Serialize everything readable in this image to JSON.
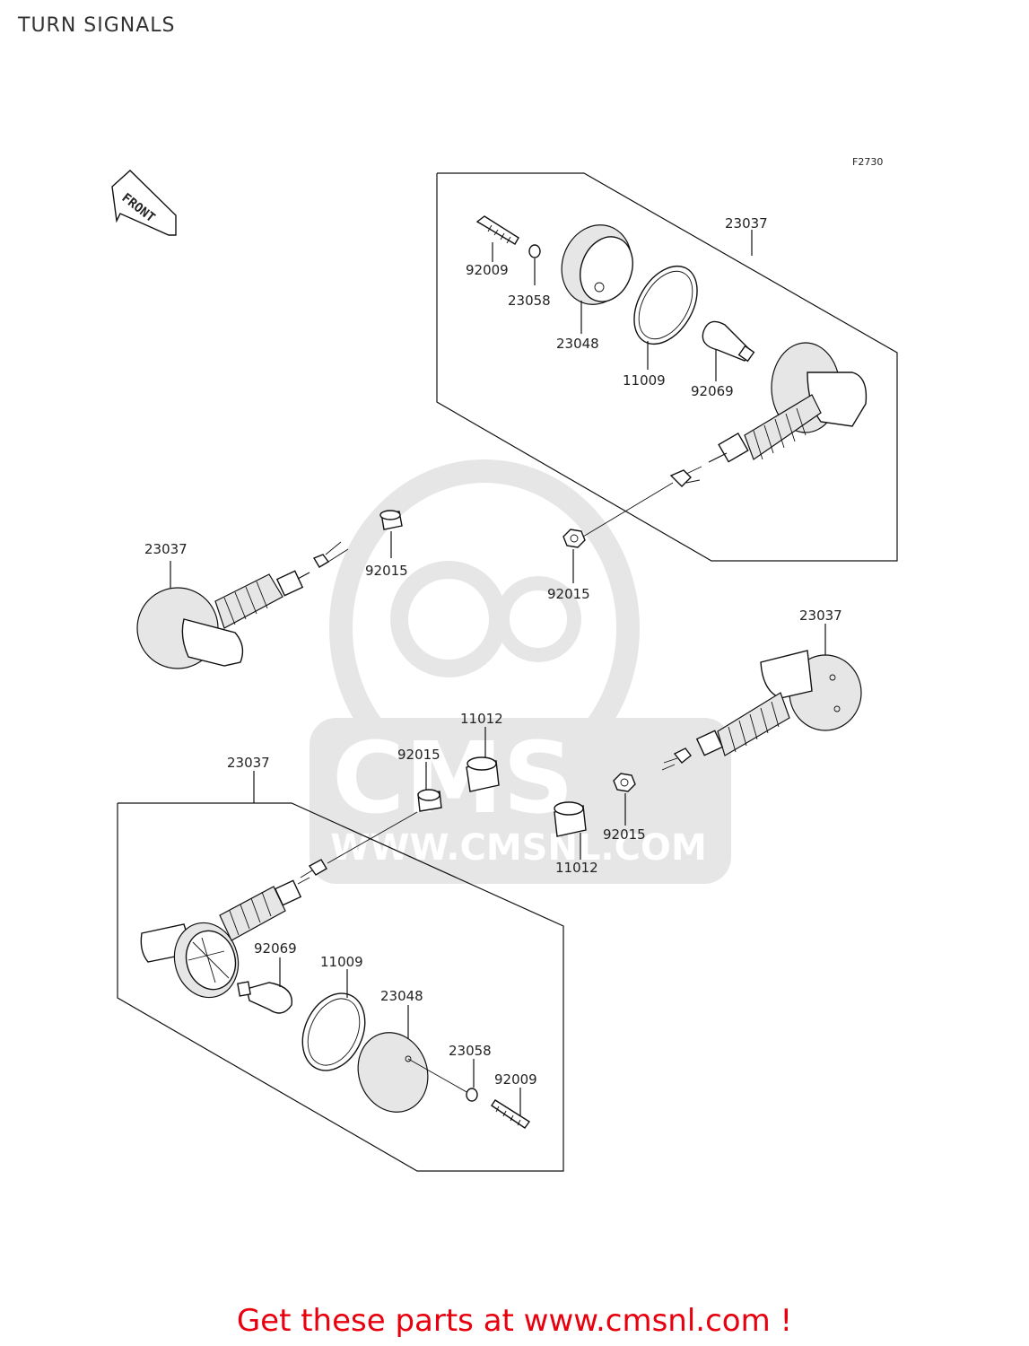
{
  "page": {
    "title": "TURN SIGNALS",
    "footer": "Get these parts at www.cmsnl.com !"
  },
  "diagram": {
    "figure_code": "F2730",
    "front_label": "FRONT",
    "watermark_text": "CMS",
    "watermark_url": "WWW.CMSNL.COM",
    "callouts": {
      "tr_housing": "23037",
      "tr_screw": "92009",
      "tr_washer": "23058",
      "tr_lens": "23048",
      "tr_gasket": "11009",
      "tr_bulb": "92069",
      "tl_signal": "23037",
      "tl_nut": "92015",
      "tr_nut": "92015",
      "mr_signal": "23037",
      "mid_damper_top": "11012",
      "mid_nut": "92015",
      "mr_nut": "92015",
      "mid_damper_bottom": "11012",
      "bl_housing": "23037",
      "bl_bulb": "92069",
      "bl_gasket": "11009",
      "bl_lens": "23048",
      "bl_washer": "23058",
      "bl_screw": "92009"
    }
  }
}
